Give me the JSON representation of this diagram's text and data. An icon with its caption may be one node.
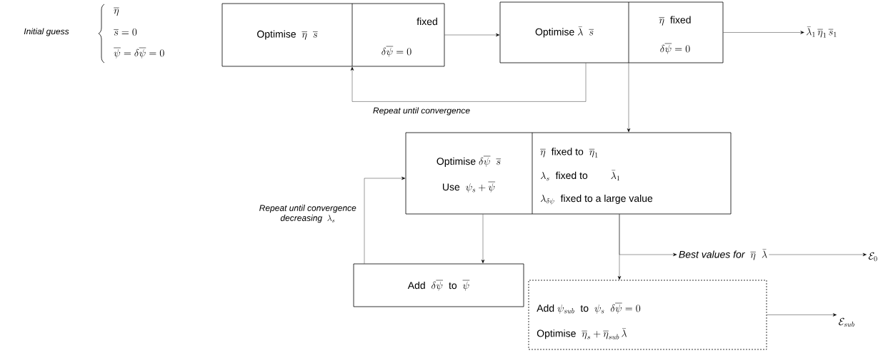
{
  "diagram": {
    "nodes": [
      {
        "text": [
          "\\text{Optimise }\\;\\overline{\\eta}\\;\\;\\overline{s}",
          "fixed",
          "\\delta\\overline{\\psi}=0"
        ]
      },
      {
        "text": [
          "\\text{Optimise }\\bar{\\lambda}\\;\\;\\overline{s}",
          "\\overline{\\eta}\\;\\;\\text{fixed}",
          "\\delta\\overline{\\psi}=0"
        ]
      },
      {
        "text": [
          "\\bar{\\lambda}_1\\,\\overline{\\eta}_1\\,\\overline{s}_1"
        ]
      },
      {
        "text": [
          "\\text{Optimise }\\delta\\overline{\\psi}\\;\\;\\overline{s}",
          "\\text{Use }\\;\\psi_s+\\overline{\\psi}",
          "\\overline{\\eta}\\;\\;\\text{fixed to }\\;\\overline{\\eta}_1",
          "\\lambda_s\\;\\;\\text{fixed to }\\qquad\\bar{\\lambda}_1",
          "\\lambda_{\\delta\\psi}\\;\\;\\text{fixed to a large value}"
        ]
      },
      {
        "text": [
          "\\text{Add }\\;\\delta\\overline{\\psi}\\;\\;\\text{to }\\;\\overline{\\psi}"
        ]
      },
      {
        "text": [
          "\\textit{Best values for }\\;\\overline{\\eta}\\;\\;\\bar{\\lambda}"
        ]
      },
      {
        "text": [
          "\\mathcal{E}_0"
        ]
      },
      {
        "text": [
          "\\text{Add }\\psi_{sub}\\;\\;\\text{to }\\;\\psi_s\\;\\;\\delta\\overline{\\psi}=0",
          "\\text{Optimise }\\;\\overline{\\eta}_s+\\overline{\\eta}_{sub}\\,\\bar{\\lambda}"
        ]
      },
      {
        "text": [
          "\\mathcal{E}_{sub}"
        ]
      }
    ],
    "edges": [
      {
        "from": 0,
        "to": 1,
        "arrow": "to"
      },
      {
        "from": 1,
        "to": 2,
        "arrow": "to"
      },
      {
        "from": 1,
        "to": 0,
        "arrow": "to",
        "label": "Repeat until convergence"
      },
      {
        "from": 1,
        "to": 3,
        "arrow": "to"
      },
      {
        "from": 3,
        "to": 4,
        "arrow": "to"
      },
      {
        "from": 4,
        "to": 3,
        "arrow": "to",
        "label": "\\begin{array}{c}\\textit{Repeat until convergence}\\\\ \\textit{decreasing }\\;\\lambda_s\\end{array}"
      },
      {
        "from": 3,
        "to": 7,
        "arrow": "to"
      },
      {
        "from": 3,
        "to": 5,
        "arrow": "to"
      },
      {
        "from": 5,
        "to": 6,
        "arrow": "to"
      },
      {
        "from": 7,
        "to": 8,
        "arrow": "to"
      }
    ],
    "labels": [
      "Initial guess",
      "\\overline{\\eta}",
      "\\overline{s}=0",
      "\\overline{\\psi}=\\delta\\overline{\\psi}=0"
    ]
  }
}
